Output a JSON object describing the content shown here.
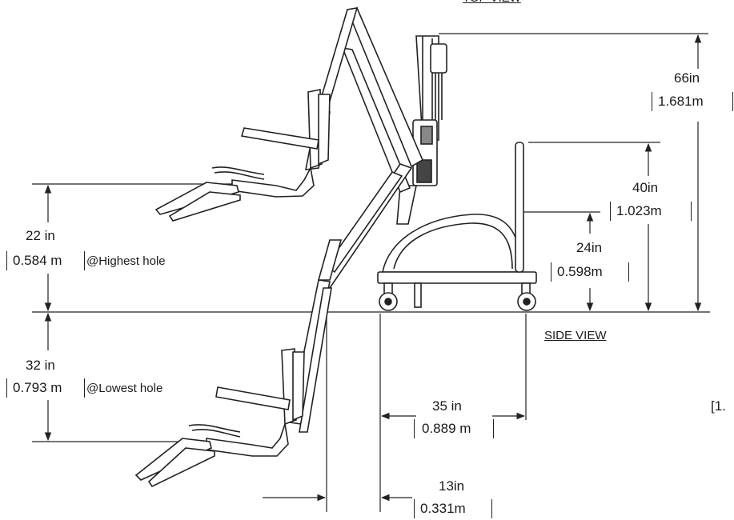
{
  "header_partial": "TOP VIEW",
  "side_view_label": "SIDE VIEW",
  "right_edge_partial": "[1.",
  "dims": {
    "overall_height": {
      "imperial": "66in",
      "metric": "1.681m"
    },
    "handle_height": {
      "imperial": "40in",
      "metric": "1.023m"
    },
    "base_height": {
      "imperial": "24in",
      "metric": "0.598m"
    },
    "highest_hole": {
      "imperial": "22 in",
      "metric": "0.584 m",
      "note": "@Highest hole"
    },
    "lowest_hole": {
      "imperial": "32 in",
      "metric": "0.793 m",
      "note": "@Lowest hole"
    },
    "base_length": {
      "imperial": "35 in",
      "metric": "0.889 m"
    },
    "offset": {
      "imperial": "13in",
      "metric": "0.331m"
    }
  }
}
